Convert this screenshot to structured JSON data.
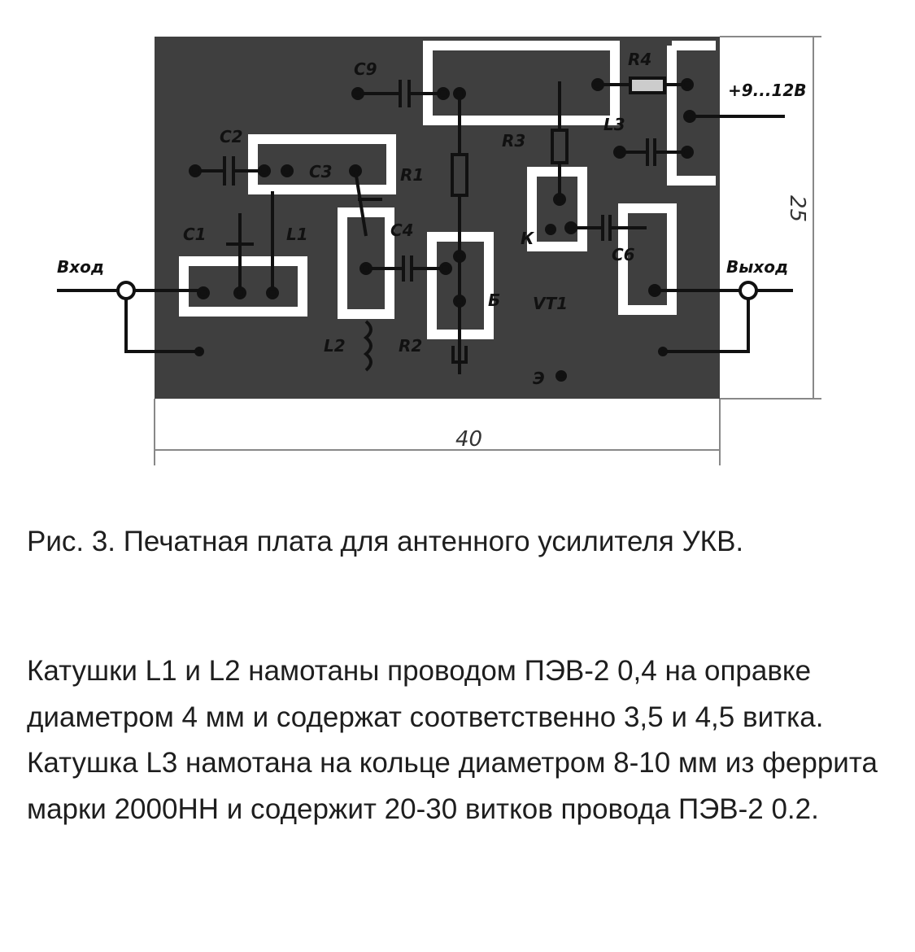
{
  "figure": {
    "labels": {
      "c9": "C9",
      "c2": "C2",
      "c3": "C3",
      "c1": "C1",
      "l1": "L1",
      "r1": "R1",
      "c4": "C4",
      "r3": "R3",
      "r4": "R4",
      "l3": "L3",
      "supply": "+9...12В",
      "c6": "C6",
      "input": "Вход",
      "output": "Выход",
      "l2": "L2",
      "r2": "R2",
      "base": "Б",
      "vt1": "VT1",
      "emitter": "Э",
      "collector": "К"
    },
    "dimensions": {
      "height": "25",
      "width": "40"
    },
    "colors": {
      "board": "#3f3f3f",
      "pad_outline": "#ffffff"
    }
  },
  "caption": "Рис. 3. Печатная плата для антенного усилителя УКВ.",
  "paragraph": "Катушки L1 и L2 намотаны проводом ПЭВ-2 0,4 на оправке диаметром 4 мм и содержат соответственно 3,5 и 4,5 витка. Катушка L3 намотана на кольце диаметром 8-10 мм из феррита марки 2000НН и содержит 20-30 витков провода ПЭВ-2 0.2."
}
